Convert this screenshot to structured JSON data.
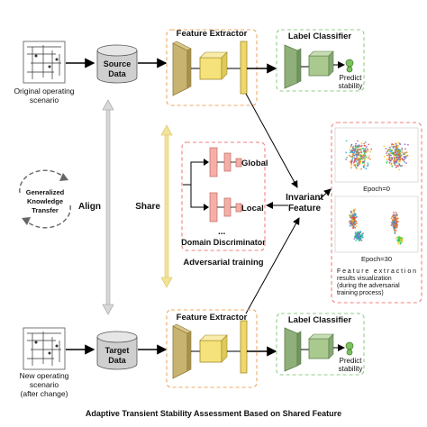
{
  "top_left": {
    "label": "Original operating scenario",
    "label_l1": "Original operating",
    "label_l2": "scenario",
    "db_l1": "Source",
    "db_l2": "Data"
  },
  "bottom_left": {
    "label_l1": "New operating",
    "label_l2": "scenario",
    "label_l3": "(after change)",
    "db_l1": "Target",
    "db_l2": "Data"
  },
  "top_row": {
    "extractor_title": "Feature Extractor",
    "classifier_title": "Label Classifier",
    "predict_l1": "Predict",
    "predict_l2": "stability"
  },
  "bottom_row": {
    "extractor_title": "Feature Extractor",
    "classifier_title": "Label Classifier",
    "predict_l1": "Predict",
    "predict_l2": "stability"
  },
  "center": {
    "generalized_l1": "Generalized",
    "generalized_l2": "Knowledge",
    "generalized_l3": "Transfer",
    "align": "Align",
    "share": "Share",
    "global": "Global",
    "local": "Local",
    "dots": "...",
    "domain_discriminator": "Domain Discriminator",
    "adversarial_training": "Adversarial training",
    "invariant_l1": "Invariant",
    "invariant_l2": "Feature"
  },
  "viz_panel": {
    "epoch0": "Epoch=0",
    "epoch30": "Epoch=30",
    "caption_l1": "Feature extraction",
    "caption_l2": "results visualization",
    "caption_l3": "(during the adversarial",
    "caption_l4": "training process)"
  },
  "footer": {
    "title": "Adaptive Transient Stability Assessment Based on Shared Feature"
  },
  "colors": {
    "extractor": "#c9b370",
    "extractor_dark": "#8f7a3a",
    "yellow_box": "#f5e27a",
    "yellow_bar": "#f1d76a",
    "classifier": "#8fb07a",
    "classifier_dark": "#5c7f4a",
    "orange_dash": "#f0a860",
    "green_dash": "#8fcf86",
    "pink_dash": "#f08080",
    "disc_pink": "#f4b0a8",
    "arrow": "#000000",
    "gray_arrow": "#bdbdbd"
  },
  "icons": {
    "scenario": "grid-network-icon",
    "database": "database-icon",
    "gear": "gear-icon",
    "recycle": "circular-arrows-icon"
  }
}
